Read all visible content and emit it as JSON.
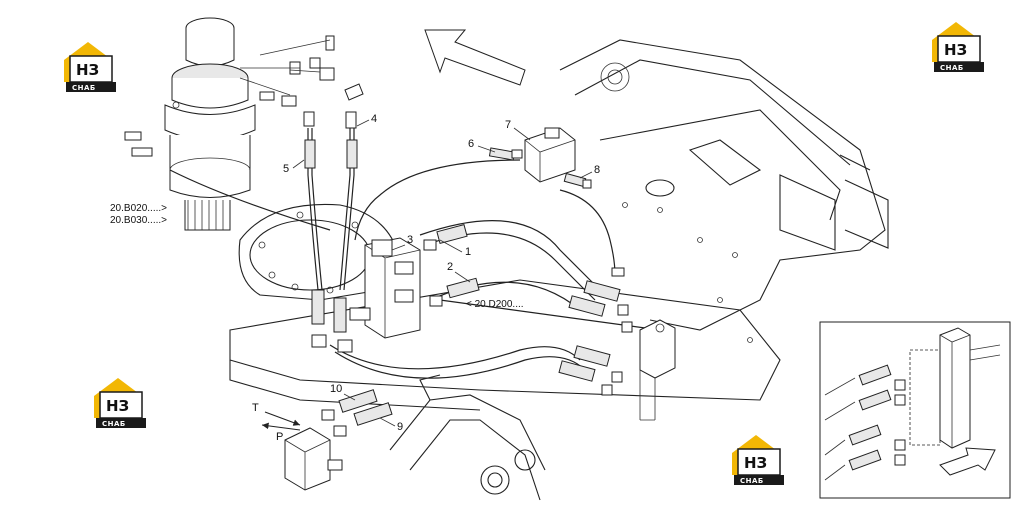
{
  "labels": {
    "l1": "1",
    "l2": "2",
    "l3": "3",
    "l4": "4",
    "l5": "5",
    "l6": "6",
    "l7": "7",
    "l8": "8",
    "l9": "9",
    "l10": "10",
    "T": "T",
    "P": "P"
  },
  "references": {
    "ref1": "20.B020.....>",
    "ref2": "20.B030.....>",
    "ref3": "< 20.D200...."
  },
  "logo": {
    "top": "НЗ",
    "bottom": "СНАБ",
    "yellow": "#f2b705",
    "dark": "#1a1a1a"
  }
}
